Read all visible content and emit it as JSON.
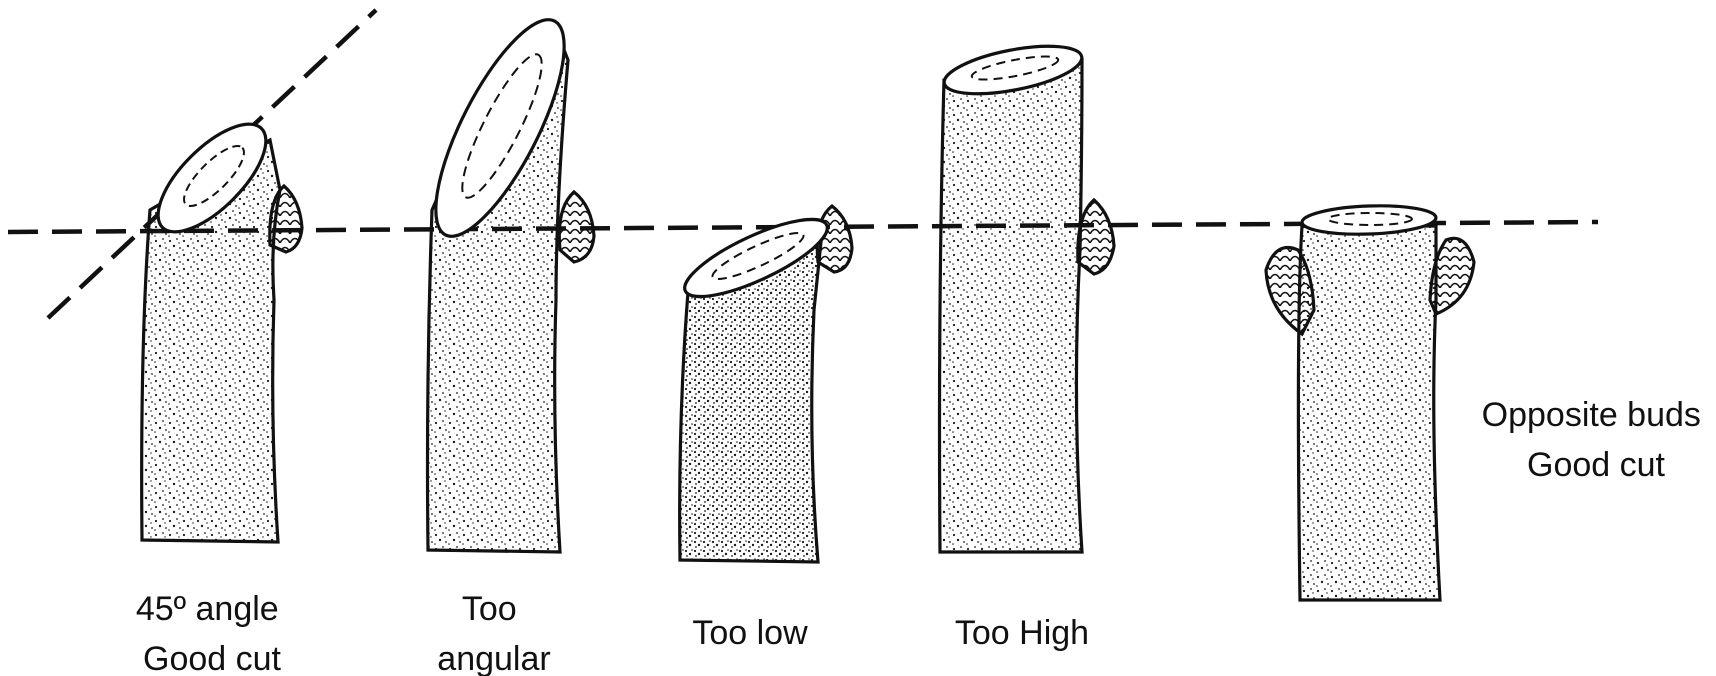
{
  "colors": {
    "ink": "#111111",
    "stipple": "#1a1a1a",
    "background": "#ffffff"
  },
  "illustrations": [
    {
      "id": "cut-45-good",
      "caption": [
        "45º angle",
        "Good cut"
      ]
    },
    {
      "id": "cut-too-angular",
      "caption": [
        "Too",
        "angular"
      ]
    },
    {
      "id": "cut-too-low",
      "caption": [
        "Too low"
      ]
    },
    {
      "id": "cut-too-high",
      "caption": [
        "Too High"
      ]
    },
    {
      "id": "cut-opposite-buds",
      "caption": [
        "Opposite buds",
        "Good cut"
      ]
    }
  ]
}
